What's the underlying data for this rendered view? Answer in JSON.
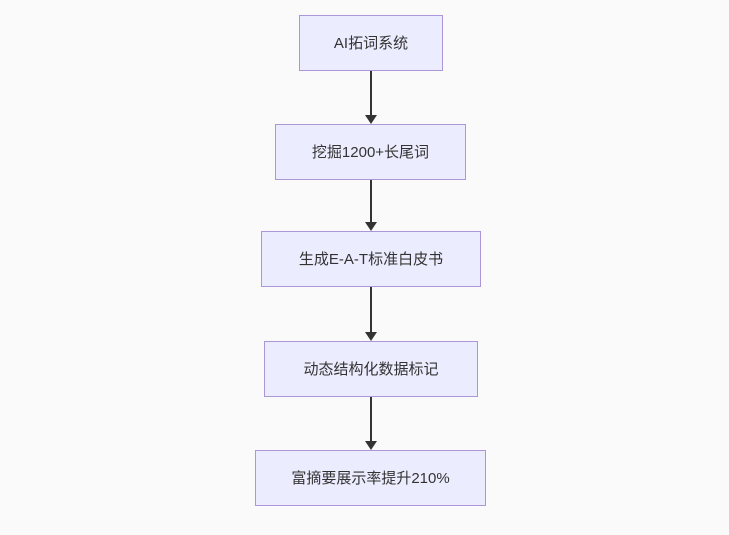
{
  "diagram": {
    "type": "flowchart",
    "direction": "top-down",
    "nodes": [
      {
        "id": "A",
        "label": "AI拓词系统"
      },
      {
        "id": "B",
        "label": "挖掘1200+长尾词"
      },
      {
        "id": "C",
        "label": "生成E-A-T标准白皮书"
      },
      {
        "id": "D",
        "label": "动态结构化数据标记"
      },
      {
        "id": "E",
        "label": "富摘要展示率提升210%"
      }
    ],
    "edges": [
      {
        "from": "A",
        "to": "B"
      },
      {
        "from": "B",
        "to": "C"
      },
      {
        "from": "C",
        "to": "D"
      },
      {
        "from": "D",
        "to": "E"
      }
    ],
    "colors": {
      "node_fill": "#ececff",
      "node_border": "#ab96d8",
      "edge": "#333333",
      "text": "#333333",
      "background": "#fafafa"
    }
  }
}
